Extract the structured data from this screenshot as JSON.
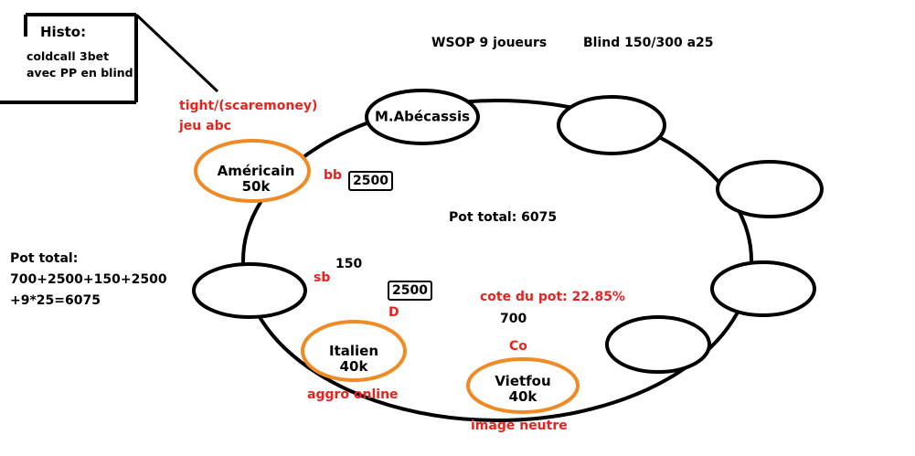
{
  "header": {
    "game": "WSOP 9 joueurs",
    "blinds": "Blind 150/300 a25"
  },
  "history_box": {
    "title": "Histo:",
    "line1": "coldcall 3bet",
    "line2": "avec PP en blind"
  },
  "table": {
    "pot_center": "Pot total: 6075",
    "pot_breakdown": {
      "title": "Pot total:",
      "line1": "700+2500+150+2500",
      "line2": "+9*25=6075"
    },
    "pot_odds": "cote du pot: 22.85%"
  },
  "players": {
    "abecassis": {
      "name": "M.Abécassis"
    },
    "americain": {
      "name": "Américain",
      "stack": "50k",
      "note1": "tight/(scaremoney)",
      "note2": "jeu abc",
      "position": "bb",
      "bet": "2500"
    },
    "italien": {
      "name": "Italien",
      "stack": "40k",
      "note": "aggro online",
      "position": "D",
      "bet": "2500"
    },
    "vietfou": {
      "name": "Vietfou",
      "stack": "40k",
      "note": "image neutre",
      "position": "Co",
      "bet": "700"
    },
    "sb": {
      "position": "sb",
      "bet": "150"
    }
  },
  "colors": {
    "highlight_seat": "#f08a24",
    "note_text": "#e8231e",
    "outline": "#000000",
    "background": "#ffffff"
  }
}
